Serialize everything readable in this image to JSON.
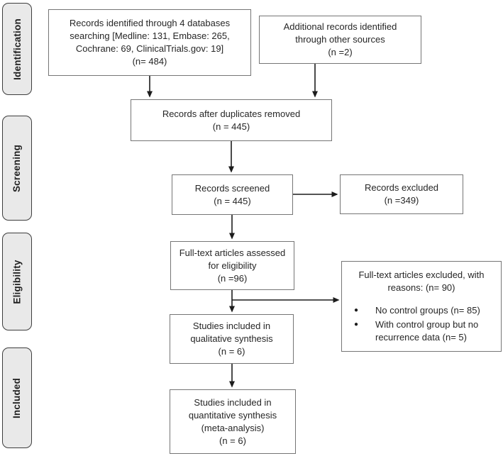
{
  "colors": {
    "background": "#ffffff",
    "flow_box_border": "#757575",
    "stage_fill": "#e9e9e9",
    "stage_border": "#3d3d3d",
    "arrow": "#1c1c1c",
    "text": "#262626"
  },
  "stages": [
    {
      "label": "Identification"
    },
    {
      "label": "Screening"
    },
    {
      "label": "Eligibility"
    },
    {
      "label": "Included"
    }
  ],
  "boxes": {
    "database_records": {
      "lines": [
        "Records identified through 4 databases",
        "searching [Medline: 131, Embase: 265,",
        "Cochrane: 69, ClinicalTrials.gov: 19]",
        "(n= 484)"
      ]
    },
    "additional_records": {
      "lines": [
        "Additional records identified",
        "through other sources",
        "(n =2)"
      ]
    },
    "after_duplicates": {
      "lines": [
        "Records after duplicates removed",
        "(n = 445)"
      ]
    },
    "screened": {
      "lines": [
        "Records screened",
        "(n = 445)"
      ]
    },
    "records_excluded": {
      "lines": [
        "Records excluded",
        "(n =349)"
      ]
    },
    "fulltext_assessed": {
      "lines": [
        "Full-text articles assessed",
        "for eligibility",
        "(n =96)"
      ]
    },
    "fulltext_excluded": {
      "heading": [
        "Full-text articles excluded, with",
        "reasons: (n= 90)"
      ],
      "bullet_glyph": "●",
      "bullets": [
        [
          "No control groups (n= 85)"
        ],
        [
          "With control group but no",
          "recurrence data (n= 5)"
        ]
      ]
    },
    "qualitative": {
      "lines": [
        "Studies included in",
        "qualitative synthesis",
        "(n = 6)"
      ]
    },
    "quantitative": {
      "lines": [
        "Studies included in",
        "quantitative synthesis",
        "(meta-analysis)",
        "(n = 6)"
      ]
    }
  }
}
